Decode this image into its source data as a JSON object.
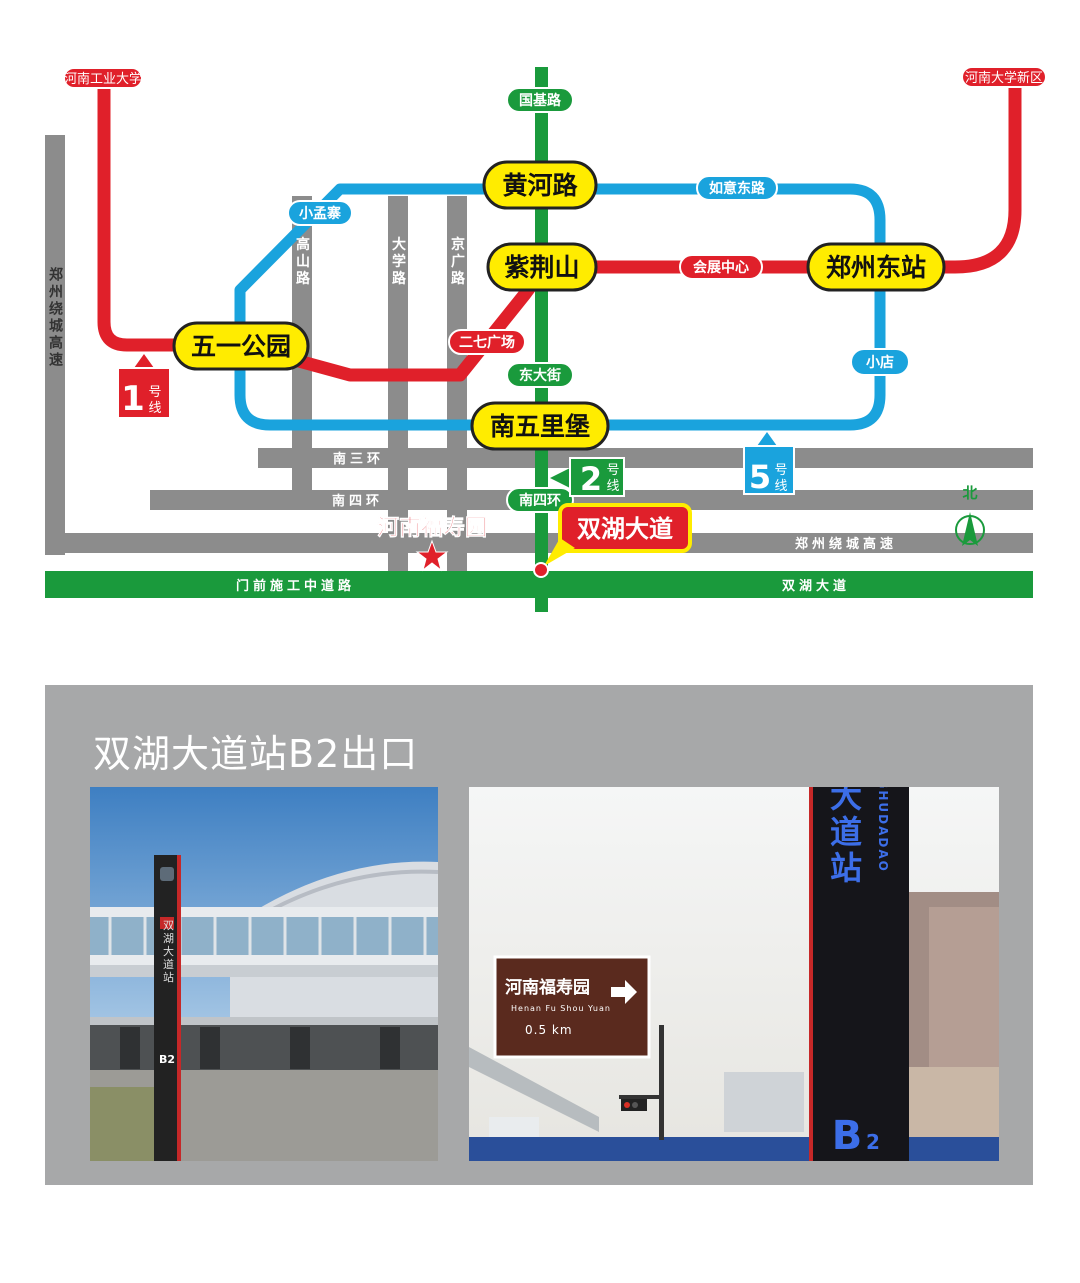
{
  "map": {
    "roads": {
      "ring_expressway_vertical": "郑州绕城高速",
      "nan_san_huan": "南三环",
      "nan_si_huan": "南四环",
      "ring_expressway": "郑州绕城高速",
      "menqian_road": "门前施工中道路",
      "shuanghu_avenue": "双湖大道",
      "gaoshan_road": "高山路",
      "daxue_road": "大学路",
      "jingguang_road": "京广路"
    },
    "stations": {
      "guoji_road": "国基路",
      "huanghe_road": "黄河路",
      "ruyi_east_road": "如意东路",
      "xiaomengzhai": "小孟寨",
      "zijingshan": "紫荆山",
      "huizhan_center": "会展中心",
      "zhengzhou_east": "郑州东站",
      "wuyi_park": "五一公园",
      "erqi_square": "二七广场",
      "dongda_street": "东大街",
      "xiaodian": "小店",
      "nanwulipu": "南五里堡",
      "nansihuan": "南四环",
      "shuanghu_avenue": "双湖大道",
      "henan_tech_univ": "河南工业大学",
      "henan_univ_newcampus": "河南大学新区"
    },
    "lines": {
      "line1_num": "1",
      "line2_num": "2",
      "line5_num": "5",
      "hao": "号",
      "xian": "线"
    },
    "landmark": "河南福寿园",
    "north_label": "北",
    "colors": {
      "line1": "#e0202a",
      "line2": "#1a9a3c",
      "line5": "#1aa3dd",
      "road": "#8c8c8c",
      "station_fill": "#ffec00",
      "destination": "#e0202a"
    }
  },
  "photos": {
    "title": "双湖大道站B2出口",
    "left_sign_vertical": "双湖大道站",
    "left_sign_exit": "B2",
    "road_sign": {
      "cn": "河南福寿园",
      "en": "Henan Fu Shou Yuan",
      "distance": "0.5  km"
    },
    "right_sign": {
      "cn": "双湖大道站",
      "pinyin": "SHUANGHUDADAO",
      "exit_letter": "B",
      "exit_num": "2"
    }
  }
}
